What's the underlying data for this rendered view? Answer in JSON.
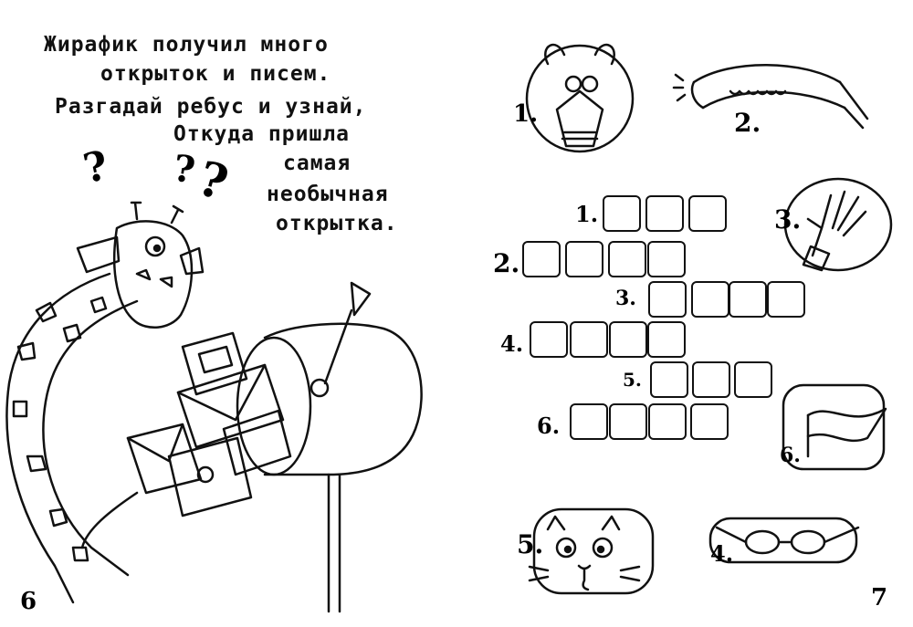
{
  "poem": {
    "lines": [
      "Жирафик получил много",
      "открыток и писем.",
      "Разгадай ребус и узнай,",
      "Откуда пришла",
      "самая",
      "необычная",
      "открытка."
    ]
  },
  "illustration": {
    "question_marks": [
      "?",
      "?",
      "?"
    ]
  },
  "crossword": {
    "row_numbers": [
      "1.",
      "2.",
      "3.",
      "4.",
      "5.",
      "6."
    ]
  },
  "clues": [
    {
      "number": "1.",
      "icon": "crab-in-costume-icon"
    },
    {
      "number": "2.",
      "icon": "scarf-icon"
    },
    {
      "number": "3.",
      "icon": "hand-icon"
    },
    {
      "number": "4.",
      "icon": "glasses-icon"
    },
    {
      "number": "5.",
      "icon": "cat-icon"
    },
    {
      "number": "6.",
      "icon": "flag-icon"
    }
  ],
  "page_numbers": {
    "left": "6",
    "right": "7"
  }
}
